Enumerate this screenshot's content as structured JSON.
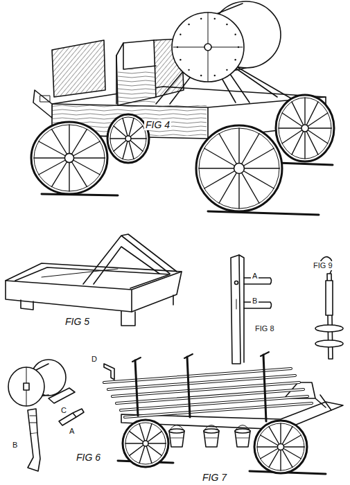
{
  "diagram": {
    "labels": [
      "FIG 4",
      "FIG 5",
      "A",
      "B",
      "FIG 8",
      "FIG 9",
      "D",
      "C",
      "A",
      "B",
      "FIG 6",
      "FIG 7"
    ]
  }
}
